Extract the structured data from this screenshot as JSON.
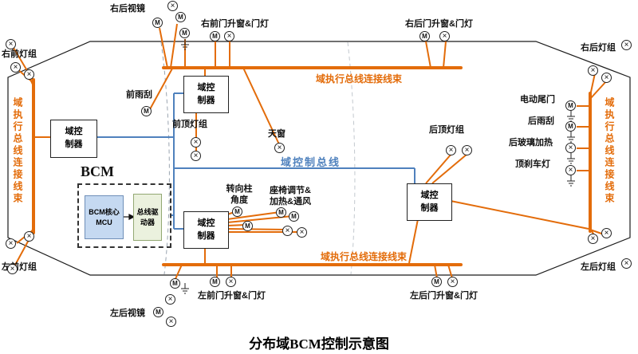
{
  "title": "分布域BCM控制示意图",
  "colors": {
    "exec_bus_orange": "#E36C0A",
    "control_bus_blue": "#4F81BD",
    "mcu_box_fill": "#C5D9F1",
    "driver_box_fill": "#EBF1DE",
    "body_outline": "#1a1a1a"
  },
  "bus": {
    "exec_harness": "域执行总线连接线束",
    "control": "域控制总线"
  },
  "controller": "域控制器",
  "bcm": {
    "name": "BCM",
    "mcu": "BCM核心MCU",
    "driver": "总线驱动器"
  },
  "components": {
    "right_rear_mirror": "右后视镜",
    "right_front_door": "右前门升窗&门灯",
    "right_rear_door": "右后门升窗&门灯",
    "right_front_lamps": "右前灯组",
    "right_rear_lamps": "右后灯组",
    "front_wiper": "前雨刮",
    "front_roof_lamps": "前顶灯组",
    "sunroof": "天窗",
    "rear_roof_lamps": "后顶灯组",
    "power_tailgate": "电动尾门",
    "rear_wiper": "后雨刮",
    "rear_glass_heater": "后玻璃加热",
    "high_brake_lamp": "顶刹车灯",
    "steering_column_angle": "转向柱角度",
    "seat_adjust": "座椅调节&加热&通风",
    "left_front_lamps": "左前灯组",
    "left_rear_lamps": "左后灯组",
    "left_front_door": "左前门升窗&门灯",
    "left_rear_door": "左后门升窗&门灯",
    "left_rear_mirror": "左后视镜"
  },
  "icons": {
    "motor": "M",
    "lamp": "×"
  }
}
